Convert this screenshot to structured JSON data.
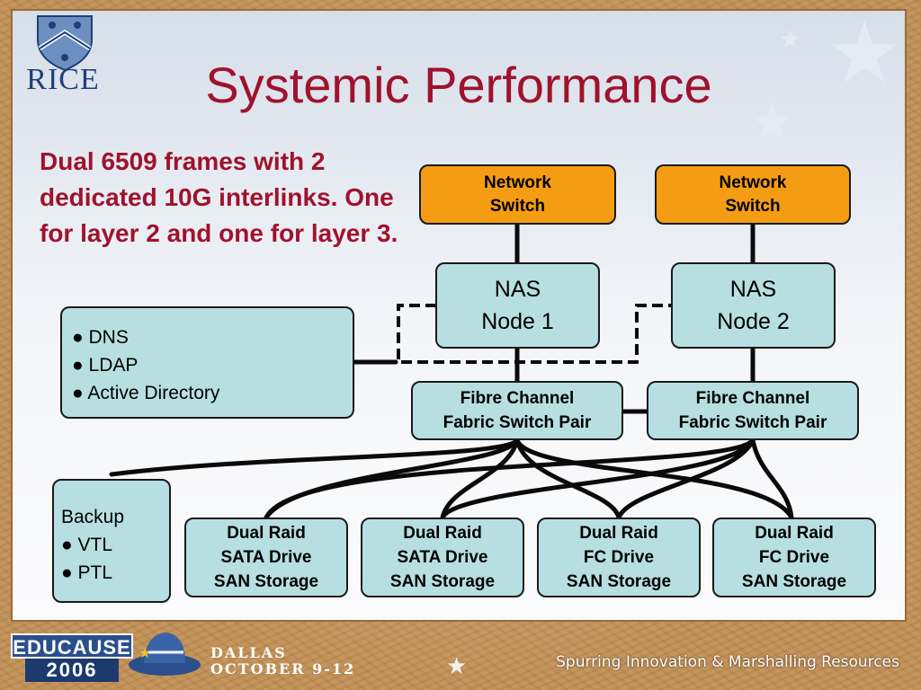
{
  "slide": {
    "title": "Systemic Performance",
    "subtitle": "Dual 6509 frames with 2 dedicated 10G interlinks. One for layer 2 and one for layer 3.",
    "logo_text": "RICE"
  },
  "nodes": {
    "network_switch_1": [
      "Network",
      "Switch"
    ],
    "network_switch_2": [
      "Network",
      "Switch"
    ],
    "nas_node_1": [
      "NAS",
      "Node 1"
    ],
    "nas_node_2": [
      "NAS",
      "Node 2"
    ],
    "fabric_switch_1": [
      "Fibre Channel",
      "Fabric Switch Pair"
    ],
    "fabric_switch_2": [
      "Fibre Channel",
      "Fabric Switch Pair"
    ],
    "services": [
      "● DNS",
      "● LDAP",
      "● Active Directory"
    ],
    "backup": [
      "Backup",
      "● VTL",
      "● PTL"
    ],
    "storage_1": [
      "Dual Raid",
      "SATA Drive",
      "SAN Storage"
    ],
    "storage_2": [
      "Dual Raid",
      "SATA Drive",
      "SAN Storage"
    ],
    "storage_3": [
      "Dual Raid",
      "FC Drive",
      "SAN Storage"
    ],
    "storage_4": [
      "Dual Raid",
      "FC Drive",
      "SAN Storage"
    ]
  },
  "footer": {
    "brand": "EDUCAUSE",
    "year": "2006",
    "city": "Dallas",
    "dates": "October 9-12",
    "tagline": "Spurring Innovation & Marshalling Resources"
  },
  "colors": {
    "title": "#a0122c",
    "switch_fill": "#f59d12",
    "node_fill": "#b7dfe1",
    "brand_blue": "#2b4f8c"
  },
  "icons": [
    "rice-shield-icon",
    "star-icon",
    "cowboy-hat-icon"
  ]
}
